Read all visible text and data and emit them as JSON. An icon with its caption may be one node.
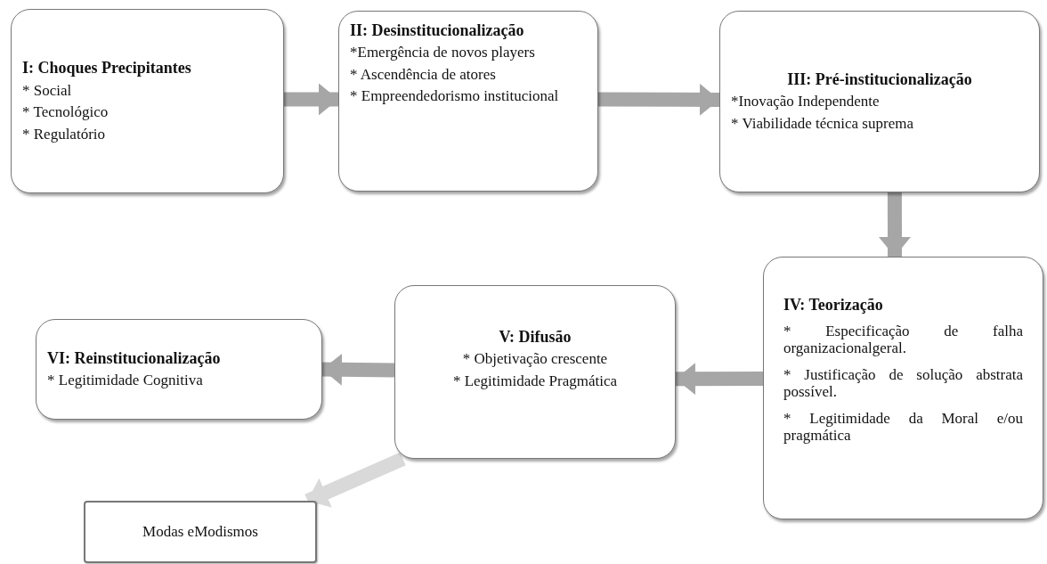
{
  "diagram": {
    "nodes": [
      {
        "text": [
          "I: Choques Precipitantes",
          "* Social",
          "* Tecnológico",
          "* Regulatório"
        ]
      },
      {
        "text": [
          "II: Desinstitucionalização",
          "*Emergência de novos players",
          "* Ascendência de atores",
          "* Empreendedorismo institucional"
        ]
      },
      {
        "text": [
          "III: Pré-institucionalização",
          "*Inovação Independente",
          "* Viabilidade técnica suprema"
        ]
      },
      {
        "text": [
          "IV: Teorização",
          "* Especificação de falha organizacionalgeral.",
          "* Justificação de solução abstrata possível.",
          "* Legitimidade da Moral e/ou pragmática"
        ]
      },
      {
        "text": [
          "V: Difusão",
          "* Objetivação crescente",
          "* Legitimidade Pragmática"
        ]
      },
      {
        "text": [
          "VI: Reinstitucionalização",
          "* Legitimidade Cognitiva"
        ]
      },
      {
        "text": [
          "Modas eModismos"
        ]
      }
    ],
    "edges": [
      {
        "from": 0,
        "to": 1,
        "arrow": "to"
      },
      {
        "from": 1,
        "to": 2,
        "arrow": "to"
      },
      {
        "from": 2,
        "to": 3,
        "arrow": "to"
      },
      {
        "from": 3,
        "to": 4,
        "arrow": "to"
      },
      {
        "from": 4,
        "to": 5,
        "arrow": "to"
      },
      {
        "from": 4,
        "to": 6,
        "arrow": "to",
        "color": "#d9d9d9"
      }
    ]
  }
}
